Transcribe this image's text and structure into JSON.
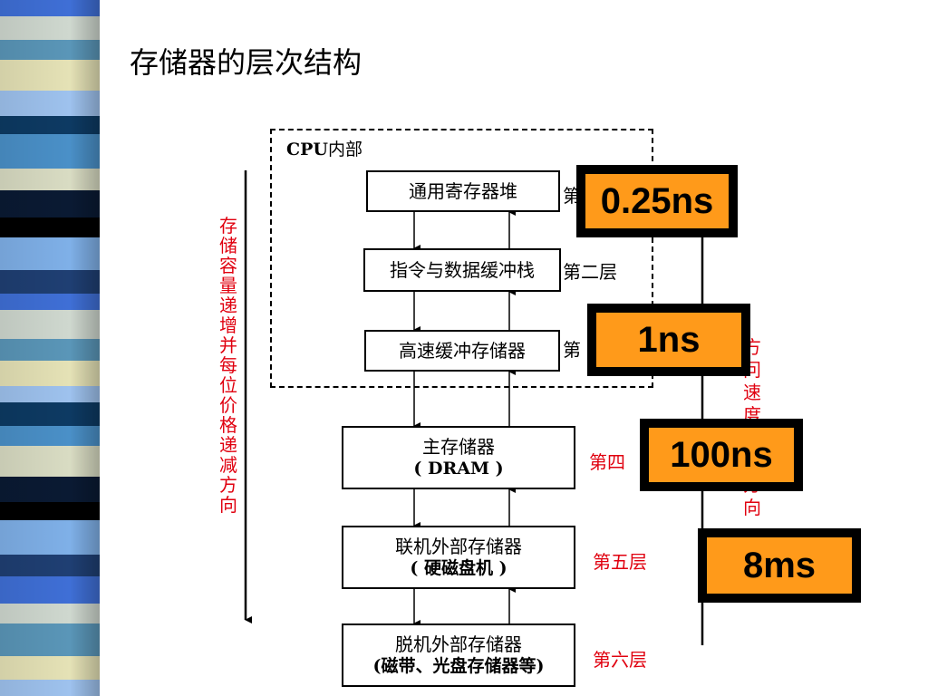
{
  "title": "存储器的层次结构",
  "cpu_region": {
    "label_latin": "CPU",
    "label_cjk": "内部"
  },
  "levels": [
    {
      "name": "通用寄存器堆",
      "sub": "",
      "layer": "第"
    },
    {
      "name": "指令与数据缓冲栈",
      "sub": "",
      "layer": "第二层"
    },
    {
      "name": "高速缓冲存储器",
      "sub": "",
      "layer": "第"
    },
    {
      "name": "主存储器",
      "sub": "( DRAM )",
      "layer": "第四"
    },
    {
      "name": "联机外部存储器",
      "sub": "( 硬磁盘机 )",
      "layer": "第五层"
    },
    {
      "name": "脱机外部存储器",
      "sub": "(磁带、光盘存储器等)",
      "layer": "第六层"
    }
  ],
  "left_axis_label": "存储容量递增并每位价格递减方向",
  "right_axis_fragments": [
    "方",
    "问",
    "速",
    "度",
    "方",
    "向"
  ],
  "access_times": [
    "0.25ns",
    "1ns",
    "100ns",
    "8ms"
  ],
  "colors": {
    "accent_orange": "#ff9a1a",
    "label_red": "#e0000f"
  }
}
